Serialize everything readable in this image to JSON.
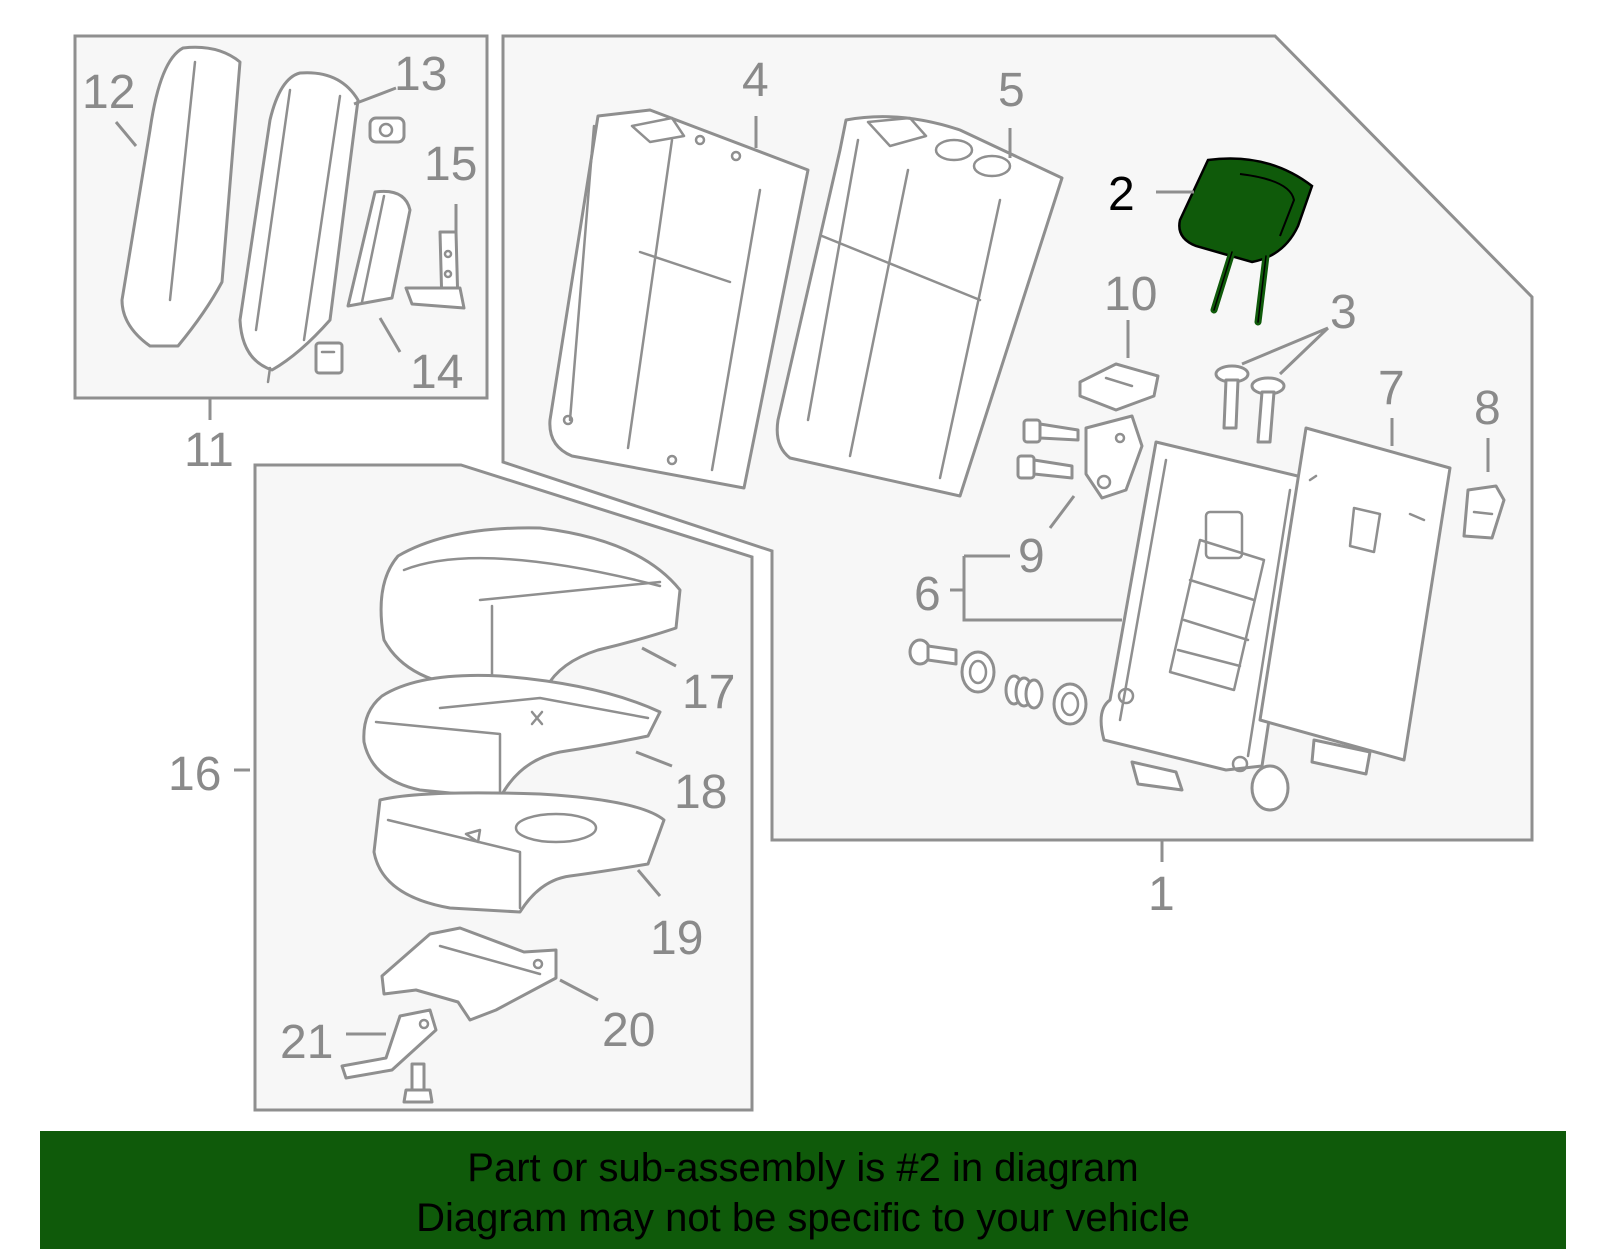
{
  "diagram": {
    "highlight_color": "#0f5a0a",
    "callouts": [
      {
        "id": "1",
        "label": "1"
      },
      {
        "id": "2",
        "label": "2",
        "highlighted": true
      },
      {
        "id": "3",
        "label": "3"
      },
      {
        "id": "4",
        "label": "4"
      },
      {
        "id": "5",
        "label": "5"
      },
      {
        "id": "6",
        "label": "6"
      },
      {
        "id": "7",
        "label": "7"
      },
      {
        "id": "8",
        "label": "8"
      },
      {
        "id": "9",
        "label": "9"
      },
      {
        "id": "10",
        "label": "10"
      },
      {
        "id": "11",
        "label": "11"
      },
      {
        "id": "12",
        "label": "12"
      },
      {
        "id": "13",
        "label": "13"
      },
      {
        "id": "14",
        "label": "14"
      },
      {
        "id": "15",
        "label": "15"
      },
      {
        "id": "16",
        "label": "16"
      },
      {
        "id": "17",
        "label": "17"
      },
      {
        "id": "18",
        "label": "18"
      },
      {
        "id": "19",
        "label": "19"
      },
      {
        "id": "20",
        "label": "20"
      },
      {
        "id": "21",
        "label": "21"
      }
    ]
  },
  "footer": {
    "line1": "Part or sub-assembly is #2 in diagram",
    "line2": "Diagram may not be specific to your vehicle",
    "background": "#0f5a0a"
  }
}
